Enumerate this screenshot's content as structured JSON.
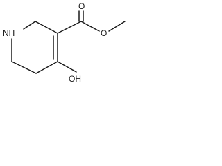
{
  "molecule": {
    "atoms": {
      "nh": "NH",
      "carbonyl_o": "O",
      "ester_o": "O",
      "hydroxyl": "OH"
    }
  }
}
